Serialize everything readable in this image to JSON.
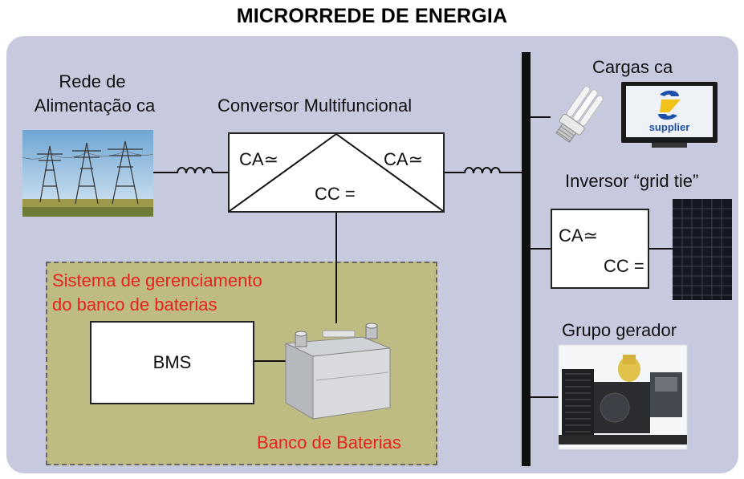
{
  "title": "MICRORREDE DE ENERGIA",
  "grid": {
    "label_line1": "Rede de",
    "label_line2": "Alimentação ca"
  },
  "converter": {
    "title": "Conversor Multifuncional",
    "ac_left": "CA",
    "ac_right": "CA",
    "dc": "CC"
  },
  "loads": {
    "label": "Cargas ca",
    "tv_brand": "supplier"
  },
  "inverter": {
    "label": "Inversor “grid tie”",
    "ac": "CA",
    "dc": "CC"
  },
  "generator": {
    "label": "Grupo gerador"
  },
  "battery_system": {
    "label_line1": "Sistema de gerenciamento",
    "label_line2": "do banco de baterias",
    "bms": "BMS",
    "bank": "Banco de Baterias"
  },
  "colors": {
    "panel": "#c7cade",
    "battery_zone": "#bebc82",
    "accent_red": "#e8211d"
  }
}
